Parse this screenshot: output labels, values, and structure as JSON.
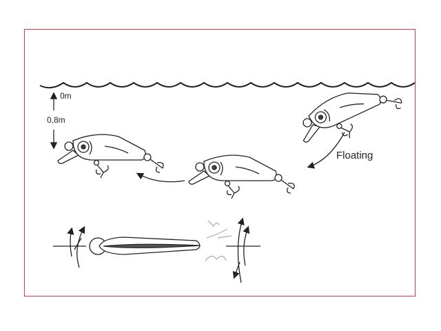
{
  "labels": {
    "depth_top": "0m",
    "depth_range": "0,8m",
    "behavior": "Floating"
  },
  "colors": {
    "frame": "#e0343e",
    "ink": "#222222"
  }
}
